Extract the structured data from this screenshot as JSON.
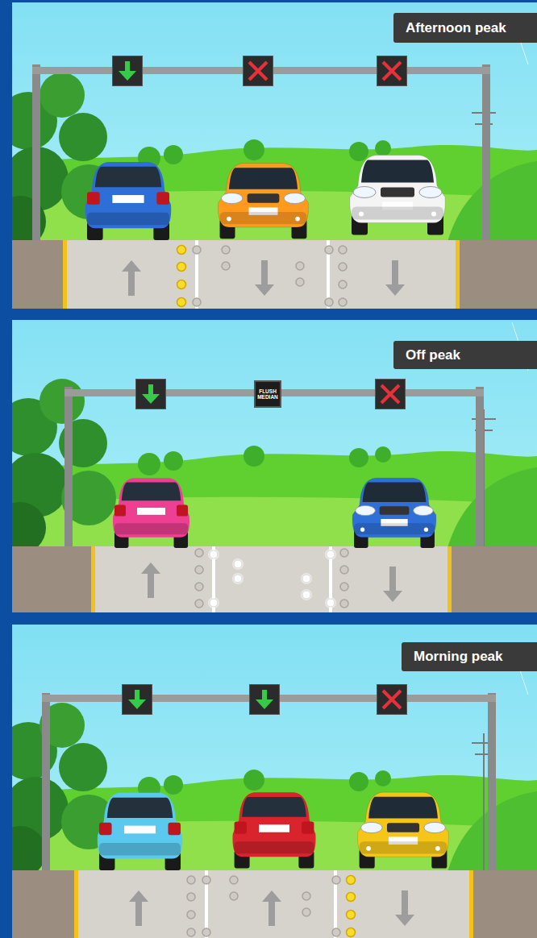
{
  "diagram": {
    "nodes": [
      {
        "text": [
          "Afternoon peak"
        ]
      },
      {
        "text": [
          "Off peak"
        ]
      },
      {
        "text": [
          "FLUSH MEDIAN"
        ]
      },
      {
        "text": [
          "Morning peak"
        ]
      }
    ]
  }
}
